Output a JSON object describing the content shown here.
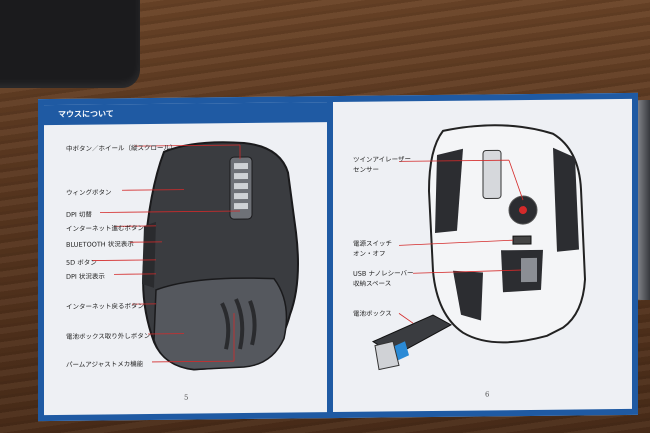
{
  "left_page": {
    "header": "マウスについて",
    "page_number": "5",
    "labels": [
      "中ボタン／ホイール（縦スクロール）",
      "ウィングボタン",
      "DPI 切替",
      "インターネット進むボタン",
      "BLUETOOTH 状況表示",
      "5D ボタン",
      "DPI 状況表示",
      "インターネット戻るボタン",
      "電池ボックス取り外しボタン",
      "パームアジャストメカ機能"
    ]
  },
  "right_page": {
    "page_number": "6",
    "labels": [
      "ツインアイレーザー\nセンサー",
      "電源スイッチ\nオン・オフ",
      "USB ナノレシーバー\n収納スペース",
      "電池ボックス"
    ]
  },
  "colors": {
    "frame_blue": "#1f5aa3",
    "leader_red": "#d42a2a",
    "page": "#eef0f4"
  }
}
